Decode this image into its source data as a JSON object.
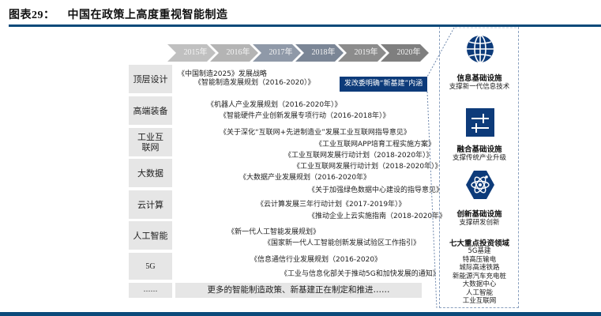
{
  "header": {
    "figure_label": "图表29：",
    "title": "中国在政策上高度重视智能制造"
  },
  "timeline": {
    "years": [
      {
        "label": "2015年",
        "color": "#c0c0c0"
      },
      {
        "label": "2016年",
        "color": "#b4b4b4"
      },
      {
        "label": "2017年",
        "color": "#8f99a8"
      },
      {
        "label": "2018年",
        "color": "#7b8696"
      },
      {
        "label": "2019年",
        "color": "#8c8c8c"
      },
      {
        "label": "2020年",
        "color": "#7f7f7f"
      }
    ]
  },
  "categories": [
    {
      "label": "顶层设计"
    },
    {
      "label": "高端装备"
    },
    {
      "label": "工业互联网"
    },
    {
      "label": "大数据"
    },
    {
      "label": "云计算"
    },
    {
      "label": "人工智能"
    },
    {
      "label": "5G"
    },
    {
      "label": "……"
    }
  ],
  "policies": [
    {
      "text": "《中国制造2025》发展战略"
    },
    {
      "text": "《智能制造发展规划（2016-2020）》"
    },
    {
      "text": "《机器人产业发展规划（2016-2020年）》"
    },
    {
      "text": "《智能硬件产业创新发展专项行动（2016-2018年）》"
    },
    {
      "text": "《关于深化“互联网+先进制造业”发展工业互联网指导意见》"
    },
    {
      "text": "《工业互联网APP培育工程实施方案》"
    },
    {
      "text": "《工业互联网发展行动计划（2018-2020年）》"
    },
    {
      "text": "《工业互联网发展行动计划（2018-2020年）》"
    },
    {
      "text": "《大数据产业发展规划（2016-2020年》"
    },
    {
      "text": "《关于加强绿色数据中心建设的指导意见》"
    },
    {
      "text": "《云计算发展三年行动计划《2017-2019年）》"
    },
    {
      "text": "《推动企业上云实施指南（2018-2020年》"
    },
    {
      "text": "《新一代人工智能发展规划》"
    },
    {
      "text": "《国家新一代人工智能创新发展试验区工作指引》"
    },
    {
      "text": "《信息通信行业发展规划（2016-2020》"
    },
    {
      "text": "《工业与信息化部关于推动5G和加快发展的通知》"
    }
  ],
  "more_note": "更多的智能制造政策、新基建正在制定和推进……",
  "highlight_box": {
    "text": "发改委明确“新基建”内涵",
    "color": "#0d3b7a"
  },
  "new_infrastructure": {
    "accent_color": "#0d3b7a",
    "items": [
      {
        "icon": "globe-icon",
        "title": "信息基础设施",
        "subtitle": "支撑新一代信息技术"
      },
      {
        "icon": "sliders-icon",
        "title": "融合基础设施",
        "subtitle": "支撑传统产业升级"
      },
      {
        "icon": "atom-icon",
        "title": "创新基础设施",
        "subtitle": "支撑研发创新"
      }
    ],
    "key_areas_title": "七大重点投资领域",
    "key_areas": [
      "5G基建",
      "特高压输电",
      "城际高速铁路",
      "新能源汽车充电桩",
      "大数据中心",
      "人工智能",
      "工业互联网"
    ]
  }
}
